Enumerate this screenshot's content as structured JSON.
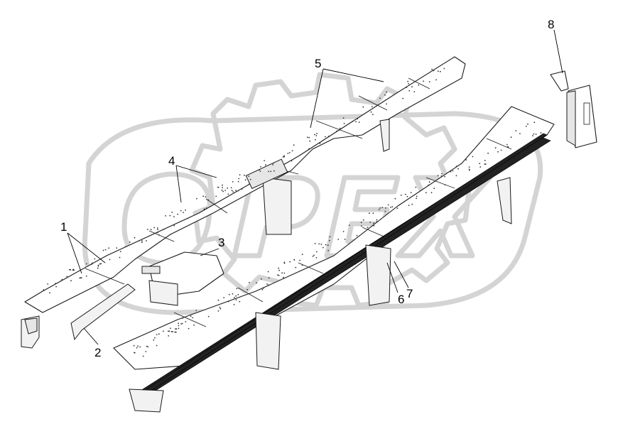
{
  "watermark": {
    "text": "OPEX",
    "style": "gear outline logo"
  },
  "corner_mark": "",
  "callouts": [
    {
      "id": "1",
      "label": "1"
    },
    {
      "id": "2",
      "label": "2"
    },
    {
      "id": "3",
      "label": "3"
    },
    {
      "id": "4",
      "label": "4"
    },
    {
      "id": "5",
      "label": "5"
    },
    {
      "id": "6",
      "label": "6"
    },
    {
      "id": "7",
      "label": "7"
    },
    {
      "id": "8",
      "label": "8"
    }
  ],
  "colors": {
    "line": "#1a1a1a",
    "watermark": "#d4d4d4",
    "background": "#ffffff"
  }
}
